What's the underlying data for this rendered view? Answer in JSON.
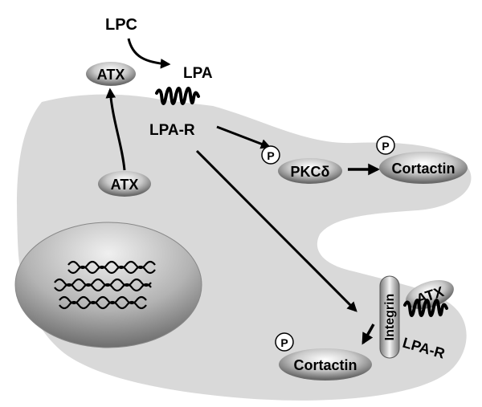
{
  "labels": {
    "lpc": "LPC",
    "lpa": "LPA",
    "lpa_r_top": "LPA-R",
    "atx_top": "ATX",
    "atx_secreted": "ATX",
    "pkc": "PKCδ",
    "cortactin_top": "Cortactin",
    "cortactin_bottom": "Cortactin",
    "integrin": "Integrin",
    "atx_membrane": "ATX",
    "lpa_r_bottom": "LPA-R",
    "phospho_1": "P",
    "phospho_2": "P",
    "phospho_3": "P"
  },
  "colors": {
    "cell": "#d9d9d9",
    "nucleus": "#b3b3b3",
    "nucleus_dark": "#6e6e6e",
    "ink": "#000000"
  }
}
